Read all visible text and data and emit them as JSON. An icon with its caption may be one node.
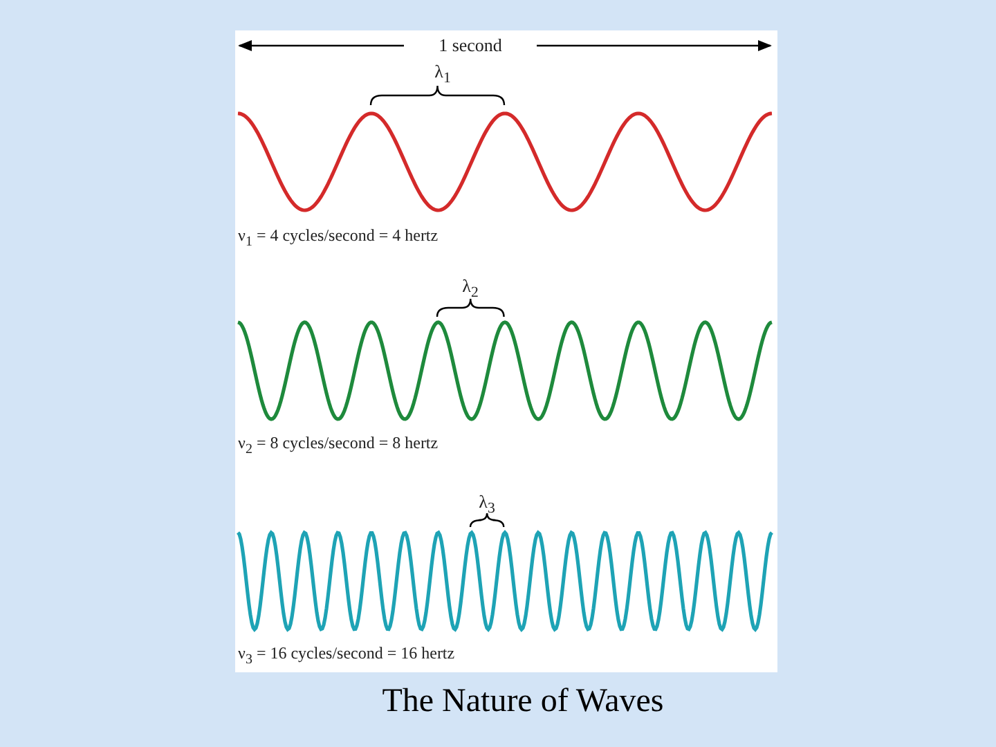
{
  "diagram": {
    "caption": "The Nature of Waves",
    "labels": [
      "1 second",
      "λ$_{1}$",
      "ν$_{1}$ = 4 cycles/second = 4 hertz",
      "λ$_{2}$",
      "ν$_{2}$ = 8 cycles/second = 8 hertz",
      "λ$_{3}$",
      "ν$_{3}$ = 16 cycles/second = 16 hertz"
    ]
  }
}
